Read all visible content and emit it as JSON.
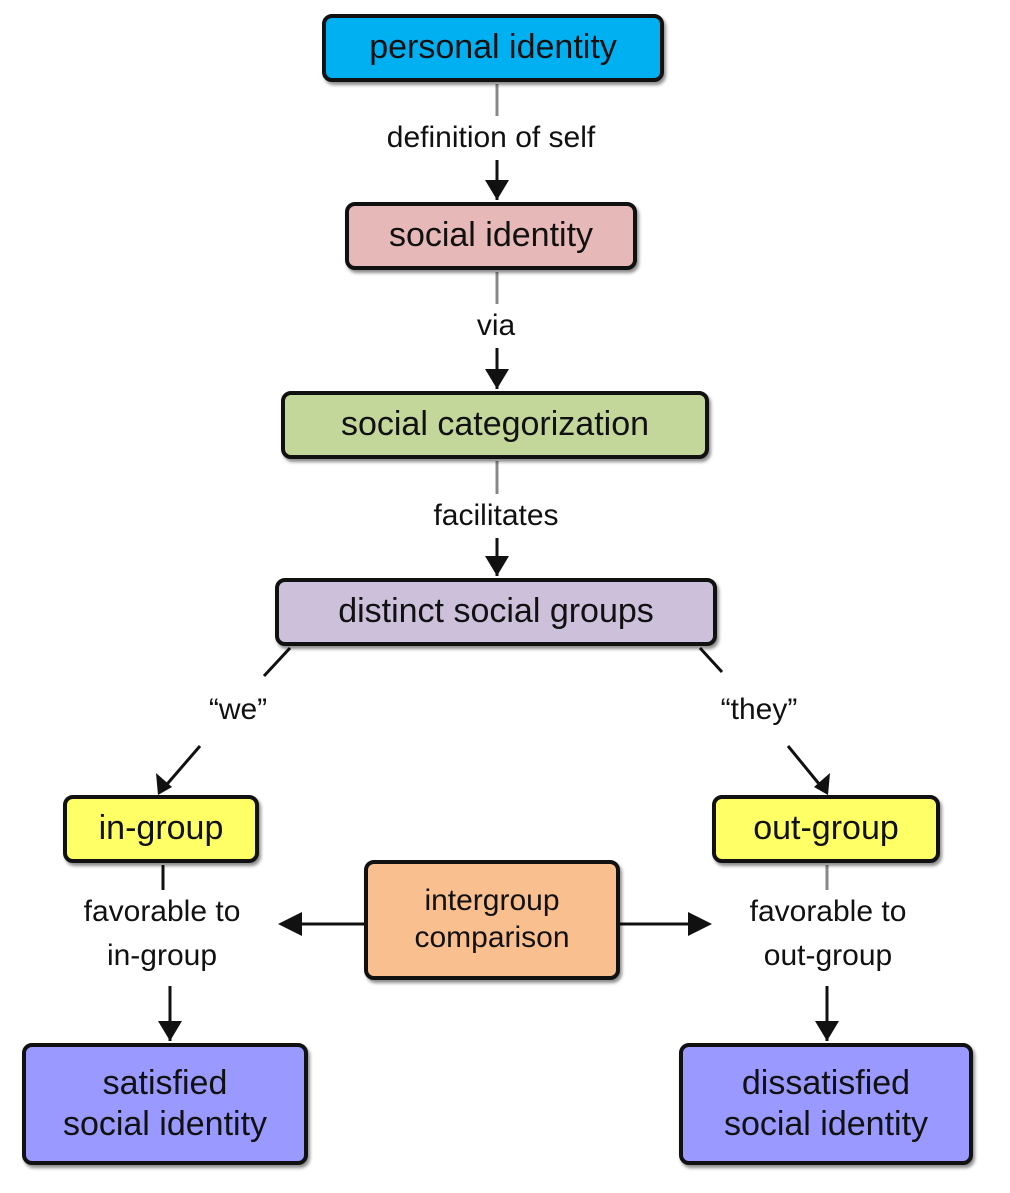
{
  "colors": {
    "personal_identity": "#00b0f0",
    "social_identity": "#e6b8b7",
    "social_categorization": "#c4d79b",
    "distinct_social_groups": "#ccc0da",
    "group": "#ffff66",
    "intergroup_comparison": "#fabf8f",
    "outcome": "#9999ff"
  },
  "nodes": {
    "personal_identity": "personal identity",
    "social_identity": "social identity",
    "social_categorization": "social categorization",
    "distinct_social_groups": "distinct social groups",
    "in_group": "in-group",
    "out_group": "out-group",
    "intergroup_comparison": "intergroup\ncomparison",
    "satisfied_social_identity": "satisfied\nsocial identity",
    "dissatisfied_social_identity": "dissatisfied\nsocial identity"
  },
  "edges": {
    "definition_of_self": "definition of self",
    "via": "via",
    "facilitates": "facilitates",
    "we": "“we”",
    "they": "“they”",
    "favorable_to_in_group": "favorable to\nin-group",
    "favorable_to_out_group": "favorable to\nout-group"
  }
}
